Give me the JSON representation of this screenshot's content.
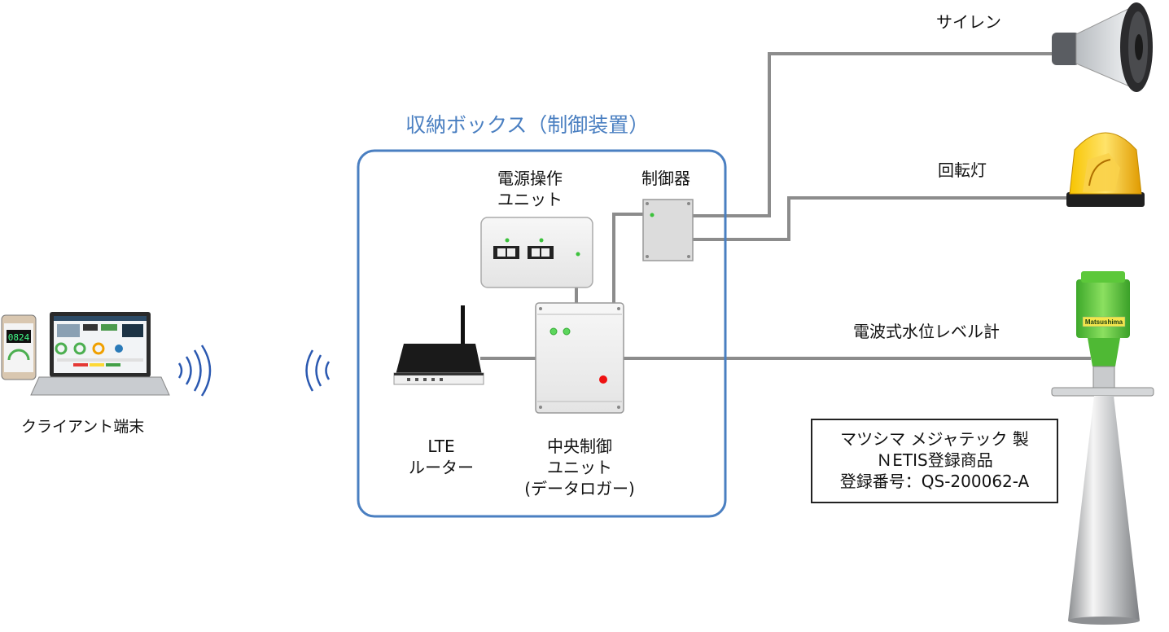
{
  "box": {
    "title": "収納ボックス（制御装置）"
  },
  "labels": {
    "power_unit_line1": "電源操作",
    "power_unit_line2": "ユニット",
    "controller": "制御器",
    "router_line1": "LTE",
    "router_line2": "ルーター",
    "central_line1": "中央制御",
    "central_line2": "ユニット",
    "central_line3": "(データロガー)",
    "client": "クライアント端末",
    "siren": "サイレン",
    "beacon": "回転灯",
    "radar": "電波式水位レベル計"
  },
  "info": {
    "line1": "マツシマ メジャテック 製",
    "line2": "ＮETIS登録商品",
    "line3": "登録番号：QS-200062-A"
  },
  "brand_on_sensor": "Matsushima",
  "phone_display": "0824",
  "colors": {
    "box_border": "#4a7fc1",
    "wire": "#8c8c8c",
    "wave": "#2a58b0",
    "sensor_green": "#5cc83a",
    "beacon_yellow": "#f5b400"
  }
}
